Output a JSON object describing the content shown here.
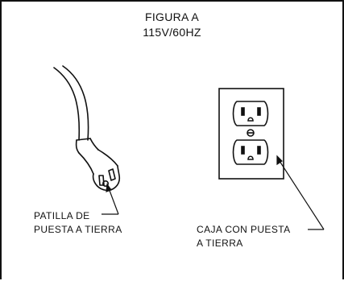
{
  "title": {
    "line1": "FIGURA A",
    "line2": "115V/60HZ"
  },
  "labels": {
    "ground_pin": {
      "line1": "PATILLA DE",
      "line2": "PUESTA A TIERRA"
    },
    "grounded_box": {
      "line1": "CAJA CON PUESTA",
      "line2": "A TIERRA"
    }
  },
  "icons": {
    "plug": "three-prong-plug-icon",
    "outlet": "duplex-outlet-icon"
  }
}
